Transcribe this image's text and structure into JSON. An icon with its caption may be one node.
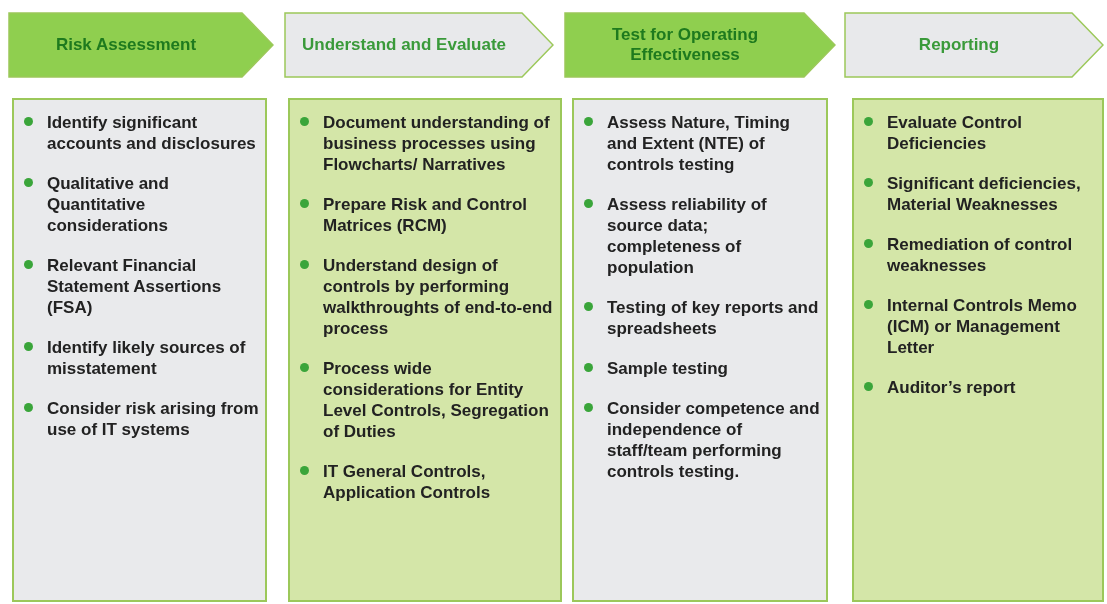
{
  "diagram": {
    "nodes": [
      {
        "text": [
          "Risk Assessment"
        ]
      },
      {
        "text": [
          "Understand and Evaluate"
        ]
      },
      {
        "text": [
          "Test for Operating Effectiveness"
        ]
      },
      {
        "text": [
          "Reporting"
        ]
      },
      {
        "text": [
          "Identify significant accounts and disclosures",
          "Qualitative and Quantitative considerations",
          "Relevant Financial Statement Assertions (FSA)",
          "Identify likely sources of misstatement",
          "Consider risk arising from use of IT systems"
        ]
      },
      {
        "text": [
          "Document understanding of business processes using Flowcharts/ Narratives",
          "Prepare Risk and Control Matrices (RCM)",
          "Understand design of controls by performing walkthroughts of end-to-end process",
          "Process wide considerations for Entity Level Controls, Segregation of Duties",
          "IT General Controls, Application Controls"
        ]
      },
      {
        "text": [
          "Assess Nature, Timing and Extent (NTE) of controls testing",
          "Assess reliability of source data; completeness of population",
          "Testing of key reports and spreadsheets",
          "Sample testing",
          "Consider competence and independence of staff/team performing controls testing."
        ]
      },
      {
        "text": [
          "Evaluate Control Deficiencies",
          "Significant deficiencies, Material Weaknesses",
          "Remediation of control weaknesses",
          "Internal Controls Memo (ICM) or Management Letter",
          "Auditor’s report"
        ]
      }
    ]
  }
}
